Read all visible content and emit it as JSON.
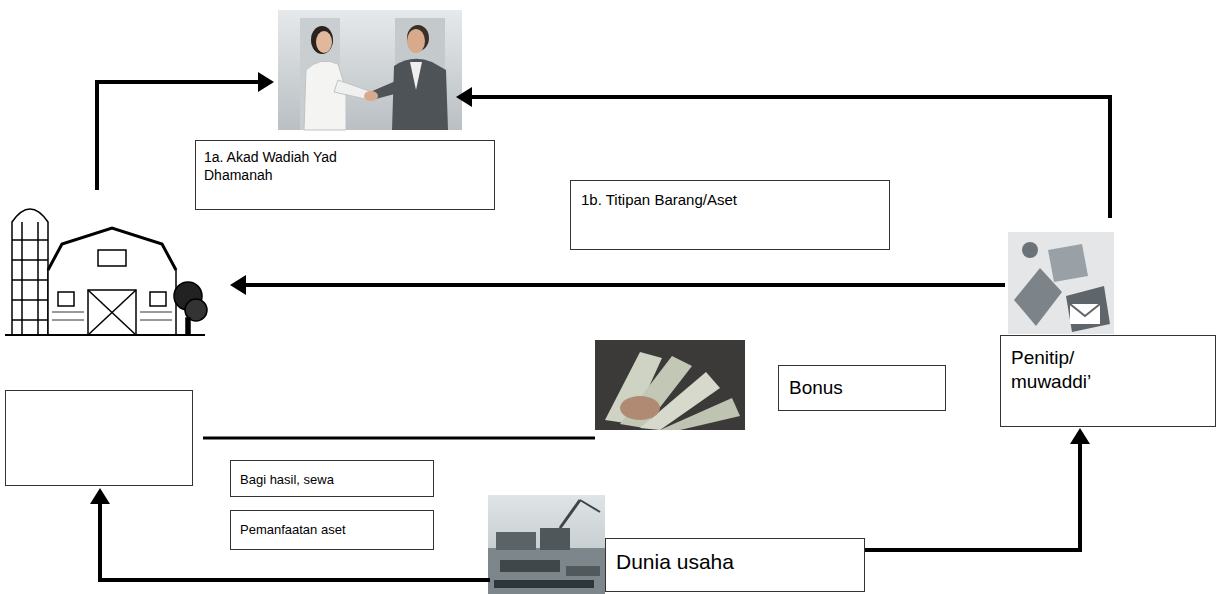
{
  "diagram": {
    "nodes": [
      {
        "text": [
          "1a. Akad Wadiah Yad Dhamanah"
        ]
      },
      {
        "text": [
          "1b. Titipan Barang/Aset"
        ]
      },
      {
        "text": [
          "Penitip/ muwaddi’"
        ]
      },
      {
        "text": [
          "Bonus"
        ]
      },
      {
        "text": [
          "Bagi hasil, sewa"
        ]
      },
      {
        "text": [
          "Pemanfaatan aset"
        ]
      },
      {
        "text": [
          "Dunia usaha"
        ]
      }
    ],
    "edges": [
      {
        "from": 6,
        "to": 2,
        "arrow": "to"
      }
    ]
  }
}
